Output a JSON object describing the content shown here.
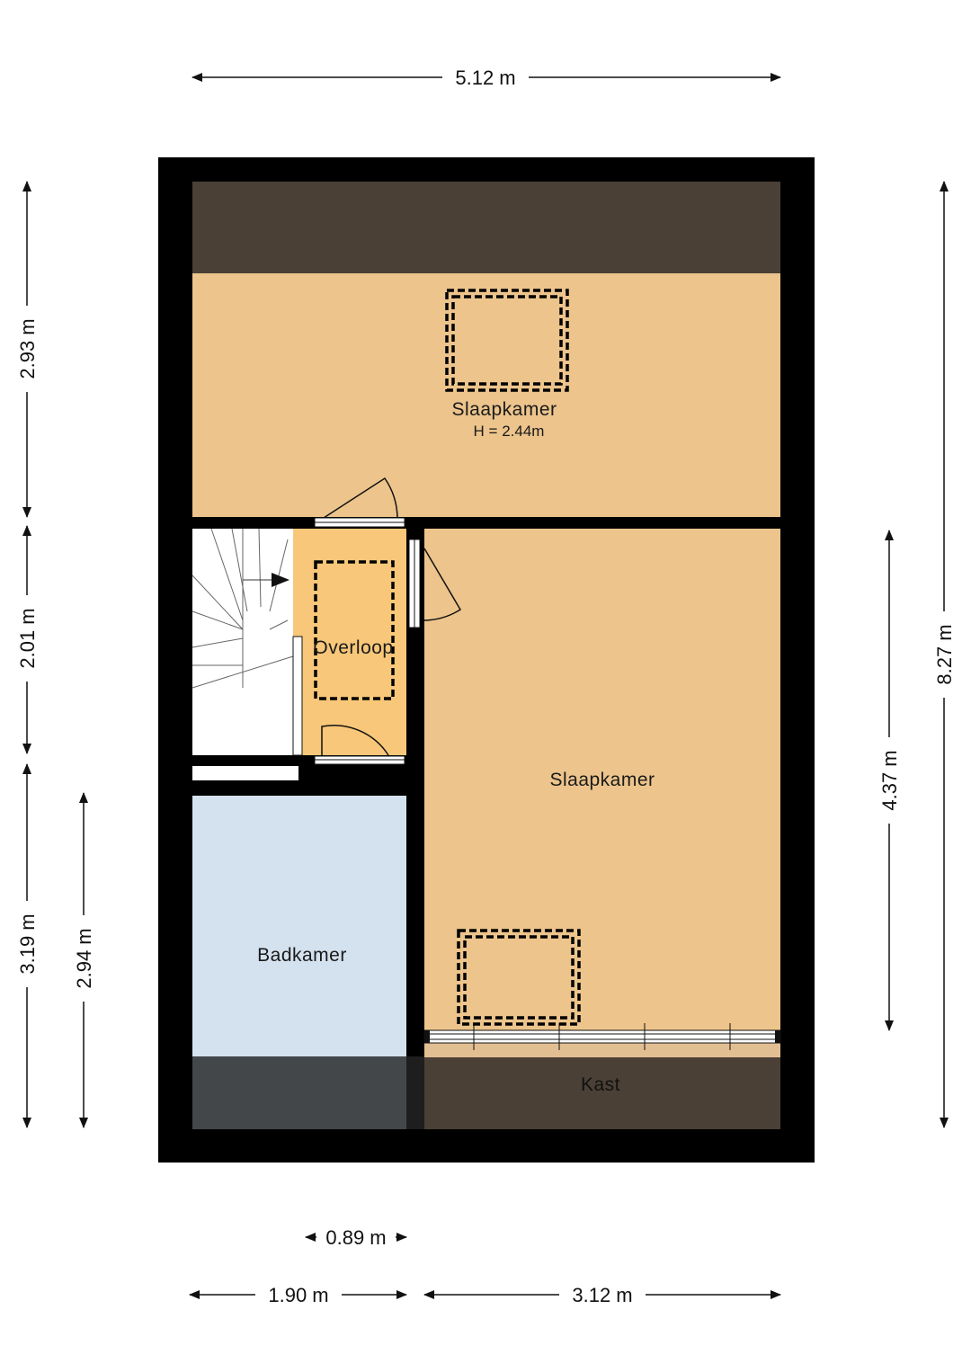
{
  "floorplan": {
    "rooms": {
      "slaapkamer_top": {
        "label": "Slaapkamer",
        "height_note": "H = 2.44m"
      },
      "overloop": {
        "label": "Overloop"
      },
      "slaapkamer_right": {
        "label": "Slaapkamer"
      },
      "badkamer": {
        "label": "Badkamer"
      },
      "kast": {
        "label": "Kast"
      }
    },
    "dimensions": {
      "top_width": "5.12 m",
      "left_top": "2.93 m",
      "left_middle": "2.01 m",
      "left_bottom": "3.19 m",
      "left_inner": "2.94 m",
      "right_inner": "4.37 m",
      "right_total": "8.27 m",
      "bottom_small": "0.89 m",
      "bottom_left": "1.90 m",
      "bottom_right": "3.12 m"
    },
    "colors": {
      "wall": "#000000",
      "bedroom": "#ecc48c",
      "landing": "#f8c779",
      "bathroom": "#d4e1ee",
      "storage_dark": "#4a4036",
      "bath_dark": "#43474a"
    }
  }
}
